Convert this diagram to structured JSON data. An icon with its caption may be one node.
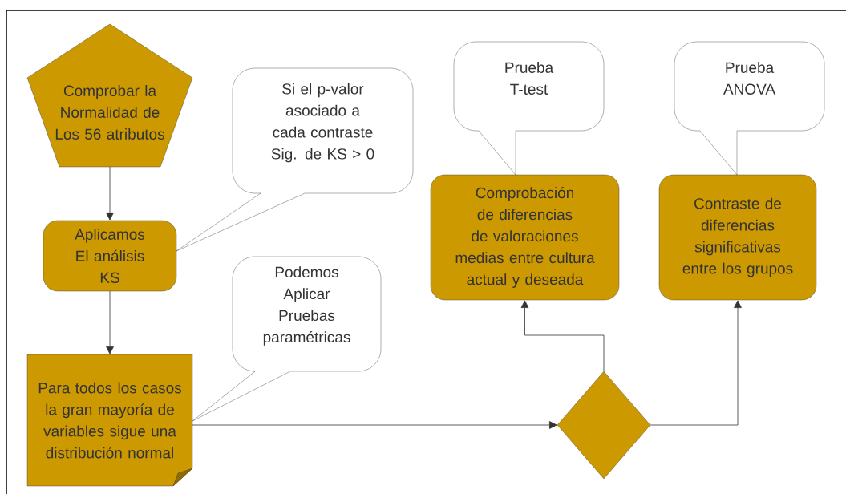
{
  "diagram": {
    "nodes": [
      {
        "text": [
          "Comprobar la Normalidad de Los 56 atributos"
        ]
      },
      {
        "text": [
          "Si el p-valor asociado a cada contraste Sig. de KS > 0"
        ]
      },
      {
        "text": [
          "Aplicamos El análisis KS"
        ]
      },
      {
        "text": [
          "Podemos Aplicar Pruebas paramétricas"
        ]
      },
      {
        "text": [
          "Para todos los casos la gran mayoría de variables sigue una distribución normal"
        ]
      },
      {
        "text": [
          "Prueba T-test"
        ]
      },
      {
        "text": [
          "Prueba ANOVA"
        ]
      },
      {
        "text": [
          "Comprobación de diferencias de valoraciones medias entre cultura actual y deseada"
        ]
      },
      {
        "text": [
          "Contraste de diferencias significativas entre los grupos"
        ]
      },
      {
        "text": [],
        "shape": "diamond"
      }
    ],
    "edges": [
      {
        "from": 0,
        "to": 2,
        "arrow": "to"
      },
      {
        "from": 2,
        "to": 4,
        "arrow": "to"
      },
      {
        "from": 4,
        "to": 9,
        "arrow": "to"
      },
      {
        "from": 9,
        "to": 7,
        "arrow": "to"
      },
      {
        "from": 9,
        "to": 8,
        "arrow": "to"
      }
    ]
  }
}
